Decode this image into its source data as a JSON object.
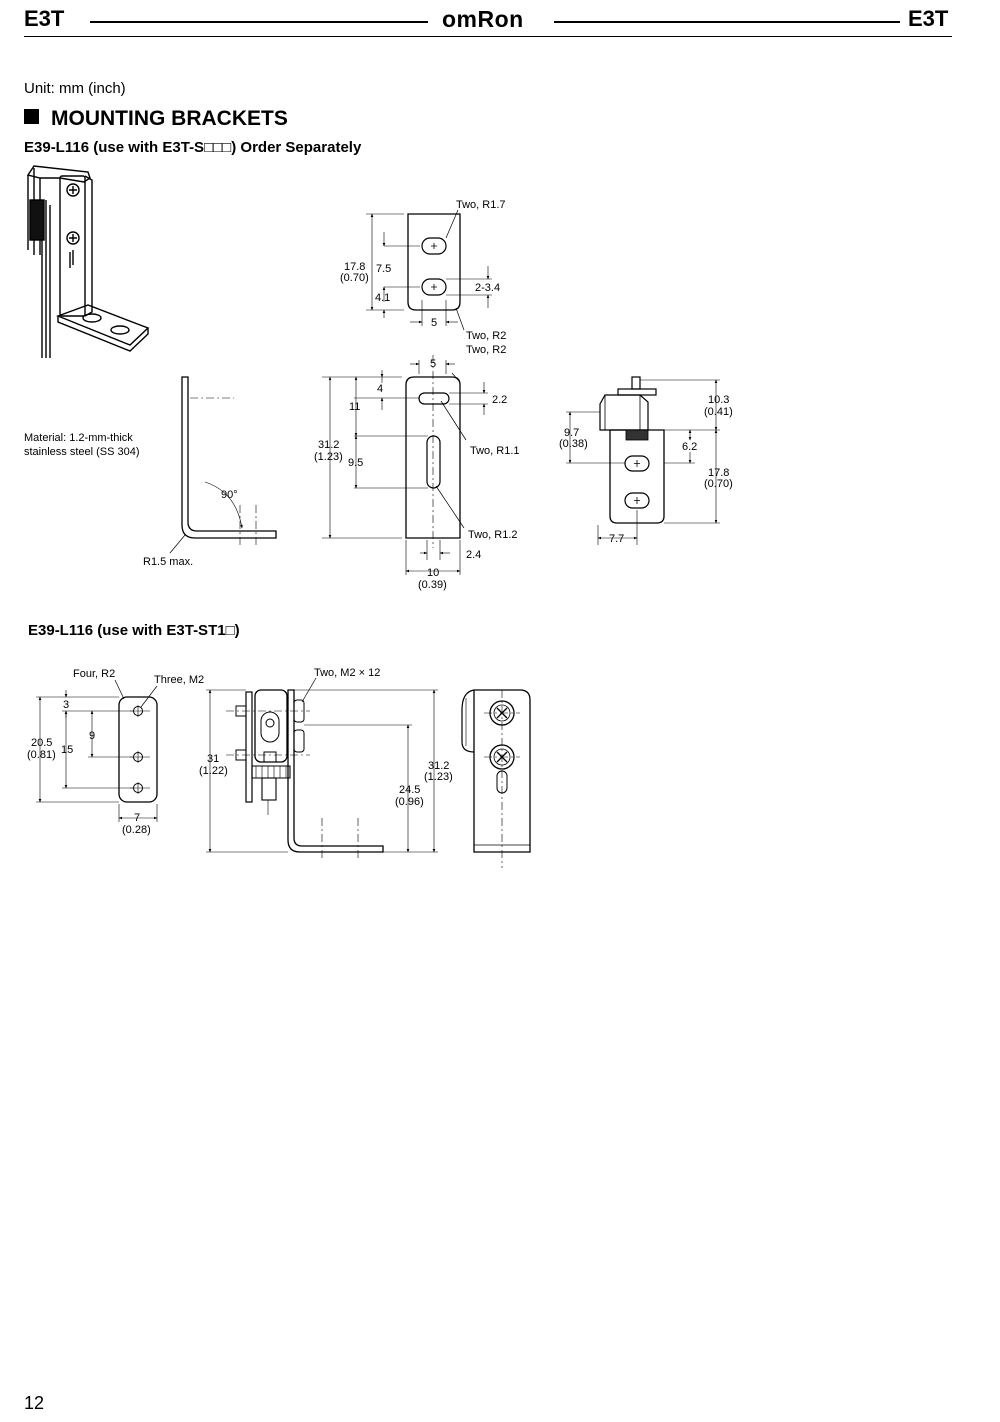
{
  "header": {
    "left": "E3T",
    "brand": "omRon",
    "right": "E3T"
  },
  "unit_note": "Unit: mm (inch)",
  "section_title": "MOUNTING BRACKETS",
  "bracket1": {
    "title": "E39-L116 (use with E3T-S□□□) Order Separately",
    "material_line1": "Material: 1.2-mm-thick",
    "material_line2": "stainless steel (SS 304)",
    "top_view": {
      "r17": "Two, R1.7",
      "d17_8": "17.8",
      "d0_70": "(0.70)",
      "d7_5": "7.5",
      "d4_1": "4.1",
      "d2_3_4": "2-3.4",
      "d5": "5",
      "r2a": "Two, R2"
    },
    "front_view": {
      "r2b": "Two, R2",
      "d5": "5",
      "d4": "4",
      "d2_2": "2.2",
      "d11": "11",
      "d31_2": "31.2",
      "d1_23": "(1.23)",
      "d9_5": "9.5",
      "r1_1": "Two, R1.1",
      "r1_2": "Two, R1.2",
      "d2_4": "2.4",
      "d10": "10",
      "d0_39": "(0.39)"
    },
    "side_view": {
      "angle": "90°",
      "r1_5": "R1.5 max."
    },
    "mounted_view": {
      "d10_3": "10.3",
      "d0_41": "(0.41)",
      "d9_7": "9.7",
      "d0_38": "(0.38)",
      "d6_2": "6.2",
      "d17_8": "17.8",
      "d0_70": "(0.70)",
      "d7_7": "7.7"
    }
  },
  "bracket2": {
    "title": "E39-L116 (use with E3T-ST1□)",
    "left_view": {
      "four_r2": "Four, R2",
      "three_m2": "Three, M2",
      "d3": "3",
      "d9": "9",
      "d20_5": "20.5",
      "d0_81": "(0.81)",
      "d15": "15",
      "d7": "7",
      "d0_28": "(0.28)"
    },
    "middle_view": {
      "two_m2": "Two, M2 × 12",
      "d31": "31",
      "d1_22": "(1.22)",
      "d31_2": "31.2",
      "d1_23": "(1.23)",
      "d24_5": "24.5",
      "d0_96": "(0.96)"
    }
  },
  "page_number": "12"
}
